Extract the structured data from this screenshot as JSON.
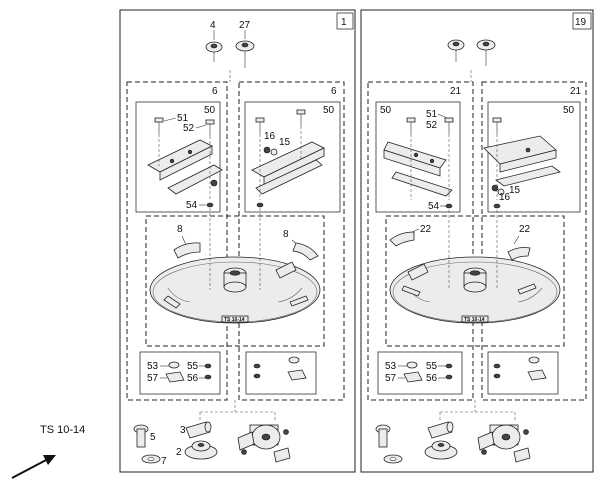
{
  "caption": "TS 10-14",
  "panels": [
    {
      "id": "1",
      "groups": [
        "6",
        "50",
        "6",
        "50"
      ],
      "callouts": [
        "4",
        "27",
        "51",
        "52",
        "16",
        "15",
        "54",
        "8",
        "8",
        "53",
        "55",
        "57",
        "56",
        "3",
        "5",
        "2",
        "7"
      ],
      "plate_label": "TS 10-14"
    },
    {
      "id": "19",
      "groups": [
        "21",
        "50",
        "21",
        "50"
      ],
      "callouts": [
        "51",
        "52",
        "15",
        "16",
        "54",
        "22",
        "22",
        "53",
        "55",
        "57",
        "56"
      ],
      "plate_label": "TS 10-14"
    }
  ]
}
